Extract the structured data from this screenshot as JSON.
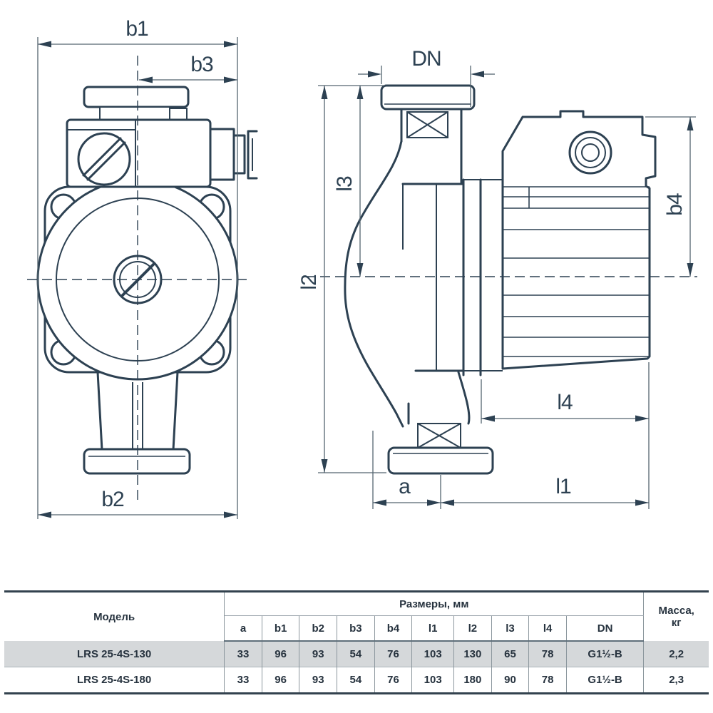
{
  "drawing": {
    "front_view": {
      "labels": {
        "b1": "b1",
        "b3": "b3",
        "b2": "b2"
      }
    },
    "side_view": {
      "labels": {
        "DN": "DN",
        "l3": "l3",
        "l2": "l2",
        "b4": "b4",
        "l4": "l4",
        "l1": "l1",
        "a": "a"
      }
    }
  },
  "table": {
    "model_header": "Модель",
    "dimensions_header": "Размеры, мм",
    "mass_header_line1": "Масса,",
    "mass_header_line2": "кг",
    "columns": [
      "a",
      "b1",
      "b2",
      "b3",
      "b4",
      "l1",
      "l2",
      "l3",
      "l4",
      "DN"
    ],
    "rows": [
      {
        "model": "LRS 25-4S-130",
        "values": [
          "33",
          "96",
          "93",
          "54",
          "76",
          "103",
          "130",
          "65",
          "78",
          "G1½-B"
        ],
        "mass": "2,2"
      },
      {
        "model": "LRS 25-4S-180",
        "values": [
          "33",
          "96",
          "93",
          "54",
          "76",
          "103",
          "180",
          "90",
          "78",
          "G1½-B"
        ],
        "mass": "2,3"
      }
    ]
  },
  "colors": {
    "line": "#2d4152",
    "dim_line": "#55656f",
    "row_highlight": "#d5d8da",
    "text": "#26323e"
  }
}
